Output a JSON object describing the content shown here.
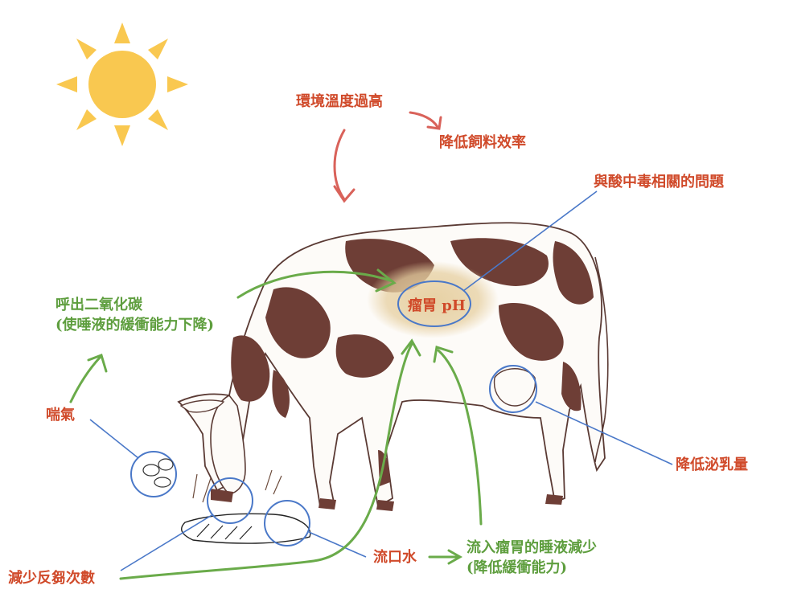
{
  "labels": {
    "environment_heat": "環境溫度過高",
    "lower_feed_efficiency": "降低飼料效率",
    "acidosis_issues": "與酸中毒相關的問題",
    "rumen_ph": "瘤胃 pH",
    "exhale_co2_line1": "呼出二氧化碳",
    "exhale_co2_line2": "(使唾液的緩衝能力下降)",
    "panting": "喘氣",
    "lower_milk": "降低泌乳量",
    "drooling": "流口水",
    "less_saliva_line1": "流入瘤胃的睡液減少",
    "less_saliva_line2": "(降低緩衝能力)",
    "less_rumination": "減少反芻次數"
  },
  "colors": {
    "red_text": "#d04a2a",
    "green_text": "#5e9e3e",
    "green_arrow": "#6aab4a",
    "red_arrow": "#d9625a",
    "blue_line": "#4a78c8",
    "sun_fill": "#f9c850",
    "cow_patch": "#6e3e36",
    "cow_outline": "#5a3a34",
    "rumen_glow": "#e6cfa0"
  },
  "icons": {
    "sun": "sun-icon",
    "cow": "cow-illustration"
  }
}
